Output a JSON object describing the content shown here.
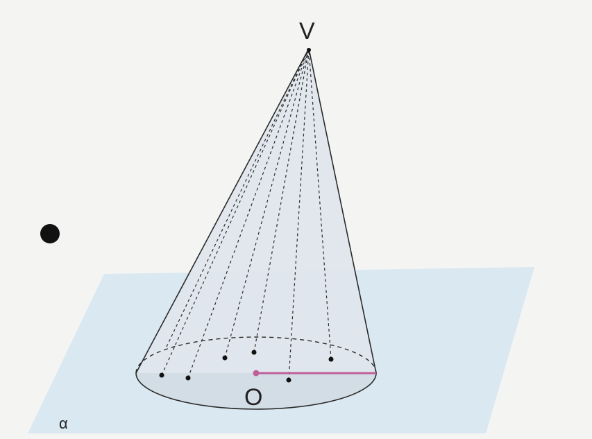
{
  "labels": {
    "vertex": "V",
    "center": "O",
    "plane": "α"
  },
  "colors": {
    "background": "#f4f5f3",
    "plane": "#cfe3f0",
    "cone_fill": "#dfe6ec",
    "base_fill": "#d3dde6",
    "outline": "#2a2a2a",
    "radius": "#c0609a",
    "points": "#111111"
  }
}
